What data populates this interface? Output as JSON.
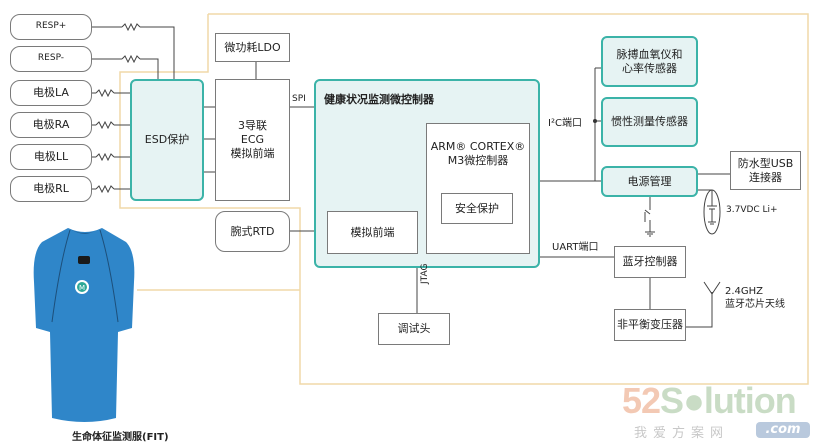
{
  "inputs": {
    "resp_plus": "RESP+",
    "resp_minus": "RESP-",
    "electrode_la": "电极LA",
    "electrode_ra": "电极RA",
    "electrode_ll": "电极LL",
    "electrode_rl": "电极RL"
  },
  "blocks": {
    "esd": "ESD保护",
    "ldo": "微功耗LDO",
    "ecg_afe": "3导联\nECG\n模拟前端",
    "rtd": "腕式RTD",
    "mcu_title": "健康状况监测微控制器",
    "afe": "模拟前端",
    "arm_core": "ARM® CORTEX®\nM3微控制器",
    "security": "安全保护",
    "pulse_ox": "脉搏血氧仪和\n心率传感器",
    "imu": "惯性测量传感器",
    "power_mgmt": "电源管理",
    "usb": "防水型USB\n连接器",
    "bt_controller": "蓝牙控制器",
    "balun": "非平衡变压器",
    "debug_header": "调试头"
  },
  "labels": {
    "spi": "SPI",
    "i2c": "I²C端口",
    "uart": "UART端口",
    "jtag": "JTAG",
    "battery": "3.7VDC Li+",
    "antenna": "2.4GHZ\n蓝牙芯片天线",
    "shirt_caption": "生命体征监测服(FIT)"
  },
  "watermark": {
    "brand_num": "52",
    "brand_word": "S",
    "brand_rest": "lution",
    "slogan": "我爱方案网",
    "domain": ".com"
  },
  "colors": {
    "teal_border": "#3bb3a8",
    "teal_fill": "#e6f3f3",
    "frame_orange": "#f0d9a8",
    "shirt_blue": "#2f86c9"
  }
}
